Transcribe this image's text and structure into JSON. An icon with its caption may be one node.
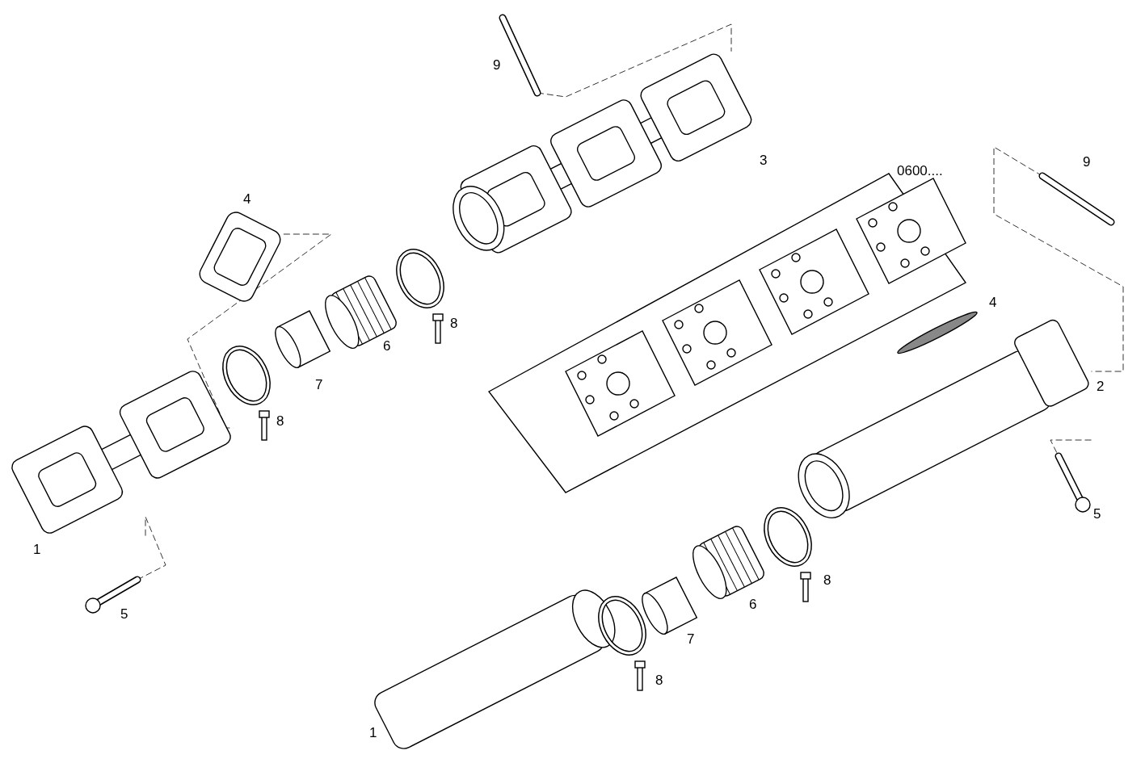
{
  "diagram": {
    "nodes": [
      {
        "text": [],
        "shape": "picture",
        "beside": [
          "9"
        ]
      },
      {
        "text": [],
        "shape": "picture",
        "beside": [
          "3"
        ]
      },
      {
        "text": [],
        "shape": "picture",
        "beside": [
          "9"
        ]
      },
      {
        "text": [],
        "shape": "picture",
        "beside": [
          "4"
        ]
      },
      {
        "text": [],
        "shape": "picture",
        "beside": [
          "1"
        ]
      },
      {
        "text": [],
        "shape": "picture",
        "beside": [
          "2"
        ]
      },
      {
        "text": [],
        "shape": "picture",
        "beside": [
          "5"
        ]
      },
      {
        "text": [],
        "shape": "picture",
        "beside": [
          "5"
        ]
      }
    ],
    "edges": [
      {
        "from": 0,
        "to": 1,
        "arrow": "none",
        "style": "dashed"
      },
      {
        "from": 2,
        "to": 5,
        "arrow": "none",
        "style": "dashed"
      },
      {
        "from": 3,
        "to": 4,
        "arrow": "none",
        "style": "dashed"
      },
      {
        "from": 6,
        "to": 4,
        "arrow": "none",
        "style": "dashed"
      },
      {
        "from": 5,
        "to": 7,
        "arrow": "none",
        "style": "dashed"
      }
    ],
    "labels": [
      "0600....",
      "4",
      "8",
      "6",
      "7",
      "8",
      "8",
      "6",
      "7",
      "8",
      "1"
    ]
  }
}
